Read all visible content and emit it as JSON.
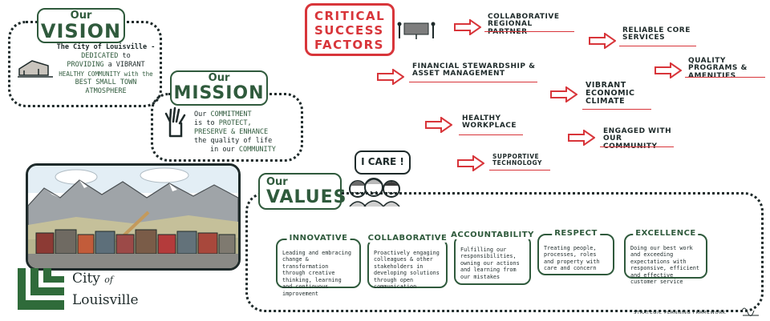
{
  "vision": {
    "our": "Our",
    "title": "VISION",
    "line1": "The City of Louisville -",
    "line2": "DEDICATED",
    "line2b": "to",
    "line3": "PROVIDING",
    "line3b": "a VIBRANT",
    "line4": "HEALTHY COMMUNITY with the",
    "line5": "BEST SMALL TOWN",
    "line6": "ATMOSPHERE"
  },
  "mission": {
    "our": "Our",
    "title": "MISSION",
    "line1a": "Our",
    "line1b": "COMMITMENT",
    "line2a": "is to",
    "line2b": "PROTECT,",
    "line3": "PRESERVE & ENHANCE",
    "line4": "the quality of life",
    "line5a": "in our",
    "line5b": "COMMUNITY"
  },
  "csf": {
    "title": [
      "CRITICAL",
      "SUCCESS",
      "FACTORS"
    ],
    "items": [
      {
        "label": "COLLABORATIVE REGIONAL PARTNER"
      },
      {
        "label": "RELIABLE CORE SERVICES"
      },
      {
        "label": "QUALITY PROGRAMS & AMENITIES"
      },
      {
        "label": "FINANCIAL STEWARDSHIP & ASSET MANAGEMENT"
      },
      {
        "label": "VIBRANT ECONOMIC CLIMATE"
      },
      {
        "label": "HEALTHY WORKPLACE"
      },
      {
        "label": "ENGAGED WITH OUR COMMUNITY"
      },
      {
        "label": "SUPPORTIVE TECHNOLOGY"
      }
    ]
  },
  "care": "I CARE !",
  "values": {
    "our": "Our",
    "title": "VALUES",
    "cards": [
      {
        "title": "INNOVATIVE",
        "text": "Leading and embracing change & transformation through creative thinking, learning and continuous improvement"
      },
      {
        "title": "COLLABORATIVE",
        "text": "Proactively engaging colleagues & other stakeholders in developing solutions through open communication"
      },
      {
        "title": "ACCOUNTABILITY",
        "text": "Fulfilling our responsibilities, owning our actions and learning from our mistakes"
      },
      {
        "title": "RESPECT",
        "text": "Treating people, processes, roles and property with care and concern"
      },
      {
        "title": "EXCELLENCE",
        "text": "Doing our best work and exceeding expectations with responsive, efficient and effective customer service"
      }
    ]
  },
  "logo": {
    "city": "City",
    "of": "of",
    "name": "Louisville"
  },
  "footer": "STRATEGIC PLANNING FRAMEWORK",
  "colors": {
    "green": "#2f5a3c",
    "red": "#d8353a",
    "ink": "#1e2a2a"
  }
}
